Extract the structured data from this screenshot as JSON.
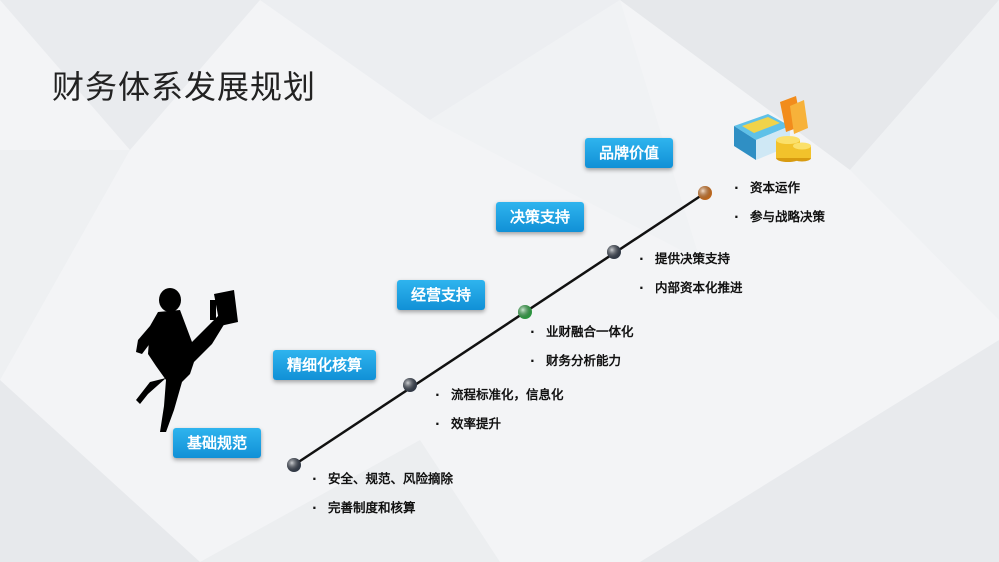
{
  "title": "财务体系发展规划",
  "stages": [
    {
      "label": "基础规范",
      "items": [
        "安全、规范、风险摘除",
        "完善制度和核算"
      ],
      "dot_color": "#3a4352"
    },
    {
      "label": "精细化核算",
      "items": [
        "流程标准化，信息化",
        "效率提升"
      ],
      "dot_color": "#3a4352"
    },
    {
      "label": "经营支持",
      "items": [
        "业财融合一体化",
        "财务分析能力"
      ],
      "dot_color": "#33b04a"
    },
    {
      "label": "决策支持",
      "items": [
        "提供决策支持",
        "内部资本化推进"
      ],
      "dot_color": "#3a4352"
    },
    {
      "label": "品牌价值",
      "items": [
        "资本运作",
        "参与战略决策"
      ],
      "dot_color": "#e07a22"
    }
  ],
  "icons": {
    "figure": "climbing-man-silhouette",
    "goal": "money-coins-icon"
  },
  "colors": {
    "label_bg": "#1a9fe3",
    "line": "#111111"
  }
}
